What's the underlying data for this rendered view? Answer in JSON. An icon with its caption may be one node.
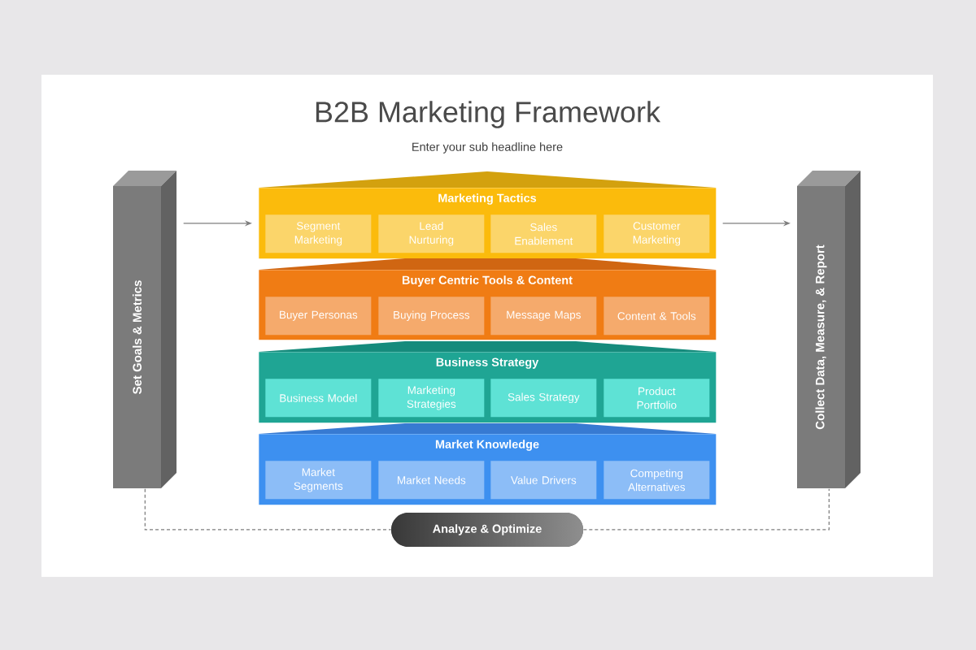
{
  "diagram": {
    "title": "B2B Marketing Framework",
    "nodes": [
      {
        "text": [
          "Set Goals & Metrics"
        ]
      },
      {
        "text": [
          "Marketing Tactics"
        ]
      },
      {
        "text": [
          "Segment Marketing"
        ],
        "in": 1
      },
      {
        "text": [
          "Lead Nurturing"
        ],
        "in": 1
      },
      {
        "text": [
          "Sales Enablement"
        ],
        "in": 1
      },
      {
        "text": [
          "Customer Marketing"
        ],
        "in": 1
      },
      {
        "text": [
          "Buyer Centric Tools & Content"
        ]
      },
      {
        "text": [
          "Buyer Personas"
        ],
        "in": 6
      },
      {
        "text": [
          "Buying Process"
        ],
        "in": 6
      },
      {
        "text": [
          "Message Maps"
        ],
        "in": 6
      },
      {
        "text": [
          "Content & Tools"
        ],
        "in": 6
      },
      {
        "text": [
          "Business Strategy"
        ]
      },
      {
        "text": [
          "Business Model"
        ],
        "in": 11
      },
      {
        "text": [
          "Marketing Strategies"
        ],
        "in": 11
      },
      {
        "text": [
          "Sales Strategy"
        ],
        "in": 11
      },
      {
        "text": [
          "Product Portfolio"
        ],
        "in": 11
      },
      {
        "text": [
          "Market Knowledge"
        ]
      },
      {
        "text": [
          "Market Segments"
        ],
        "in": 16
      },
      {
        "text": [
          "Market Needs"
        ],
        "in": 16
      },
      {
        "text": [
          "Value Drivers"
        ],
        "in": 16
      },
      {
        "text": [
          "Competing Alternatives"
        ],
        "in": 16
      },
      {
        "text": [
          "Collect Data, Measure, & Report"
        ]
      },
      {
        "text": [
          "Analyze & Optimize"
        ]
      }
    ],
    "edges": [
      {
        "from": 0,
        "to": 1,
        "arrow": "to"
      },
      {
        "from": 1,
        "to": 21,
        "arrow": "to"
      },
      {
        "from": 0,
        "to": 22,
        "arrow": "none",
        "style": "dashed"
      },
      {
        "from": 22,
        "to": 21,
        "arrow": "none",
        "style": "dashed"
      }
    ],
    "labels": [
      "Enter your sub headline here"
    ]
  }
}
